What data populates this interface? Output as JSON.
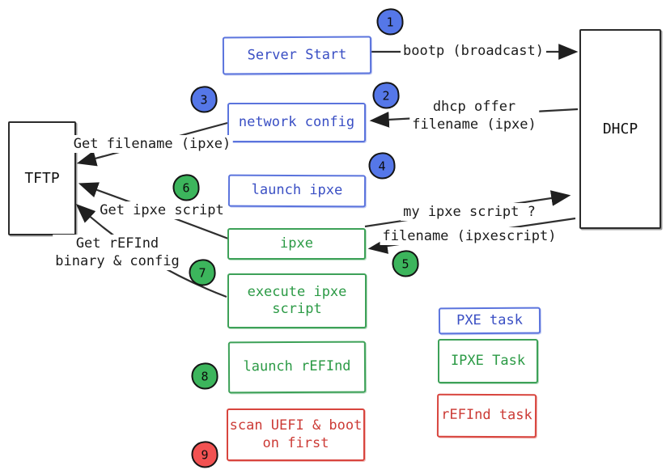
{
  "servers": {
    "tftp": {
      "label": "TFTP"
    },
    "dhcp": {
      "label": "DHCP"
    }
  },
  "tasks": {
    "server_start": "Server Start",
    "network_config": "network config",
    "launch_ipxe": "launch ipxe",
    "ipxe": "ipxe",
    "execute_ipxe_script": "execute ipxe\nscript",
    "launch_refind": "launch rEFInd",
    "scan_uefi": "scan UEFI & boot\non first"
  },
  "messages": {
    "bootp": "bootp (broadcast)",
    "dhcp_offer": "dhcp offer\nfilename (ipxe)",
    "get_filename": "Get filename (ipxe)",
    "get_ipxe_script": "Get ipxe script",
    "get_refind": "Get rEFInd\nbinary & config",
    "my_ipxe_script": "my ipxe script ?",
    "filename_ipxescript": "filename (ipxescript)"
  },
  "steps": [
    {
      "num": "1",
      "color": "blue"
    },
    {
      "num": "2",
      "color": "blue"
    },
    {
      "num": "3",
      "color": "blue"
    },
    {
      "num": "4",
      "color": "blue"
    },
    {
      "num": "5",
      "color": "green"
    },
    {
      "num": "6",
      "color": "green"
    },
    {
      "num": "7",
      "color": "green"
    },
    {
      "num": "8",
      "color": "green"
    },
    {
      "num": "9",
      "color": "red"
    }
  ],
  "legend": [
    {
      "label": "PXE task",
      "color": "blue"
    },
    {
      "label": "IPXE Task",
      "color": "green"
    },
    {
      "label": "rEFInd task",
      "color": "red"
    }
  ],
  "colors": {
    "pxe_blue_border": "#5b74dd",
    "pxe_blue_text": "#3a4fc4",
    "badge_blue": "#5577e8",
    "ipxe_green_border": "#3da158",
    "ipxe_green_text": "#2b9a45",
    "badge_green": "#3cb55c",
    "refind_red_border": "#d8453e",
    "refind_red_text": "#cc3b36",
    "badge_red": "#f25252",
    "wire_black": "#2f2f2f"
  }
}
